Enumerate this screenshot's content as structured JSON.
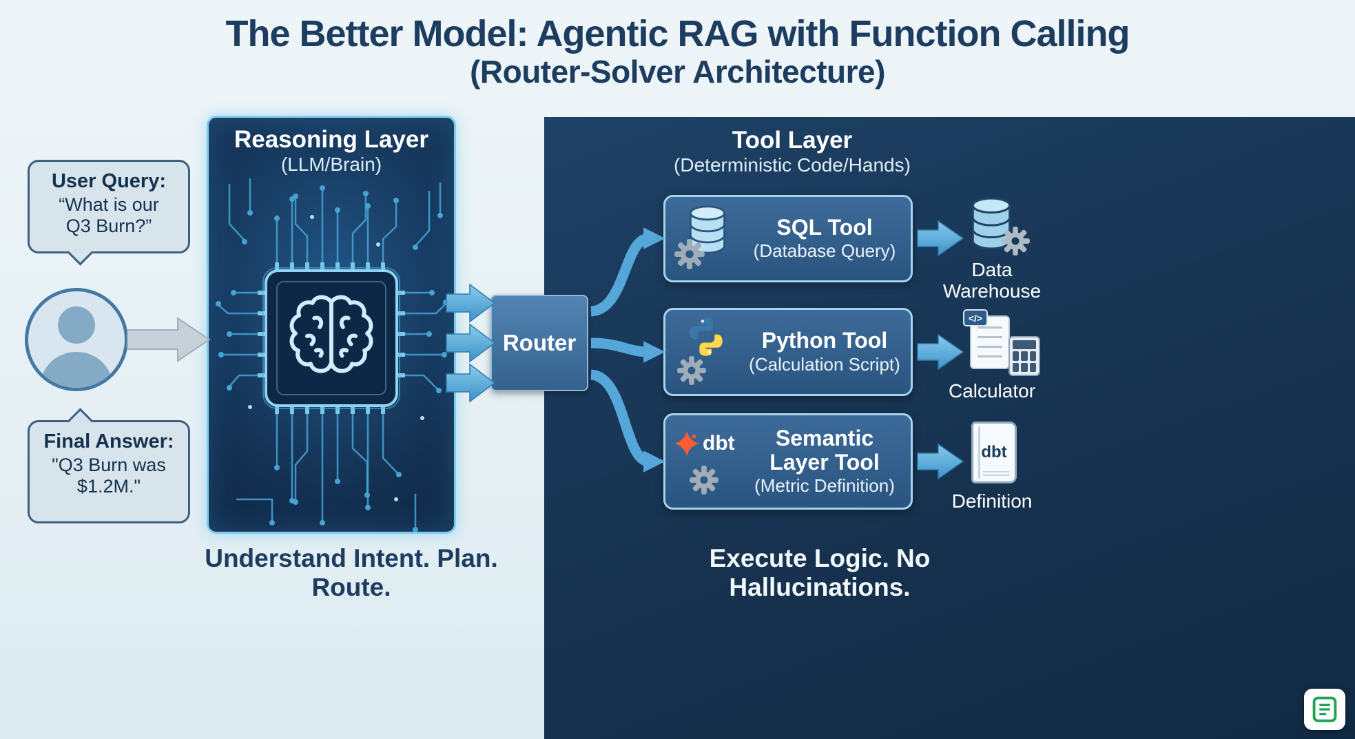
{
  "title": {
    "line1": "The Better Model: Agentic RAG with Function Calling",
    "line2": "(Router-Solver Architecture)"
  },
  "user_flow": {
    "query_label": "User Query:",
    "query_text": "“What is our Q3 Burn?”",
    "answer_label": "Final Answer:",
    "answer_text": "\"Q3 Burn was $1.2M.\""
  },
  "reasoning_layer": {
    "title": "Reasoning Layer",
    "subtitle": "(LLM/Brain)",
    "caption": "Understand Intent. Plan. Route."
  },
  "router": {
    "label": "Router"
  },
  "tool_layer": {
    "title": "Tool Layer",
    "subtitle": "(Deterministic Code/Hands)",
    "caption": "Execute Logic. No Hallucinations.",
    "tools": [
      {
        "name": "SQL Tool",
        "detail": "(Database Query)",
        "output_label": "Data Warehouse"
      },
      {
        "name": "Python Tool",
        "detail": "(Calculation Script)",
        "output_label": "Calculator"
      },
      {
        "name": "Semantic Layer Tool",
        "detail": "(Metric Definition)",
        "output_label": "Definition",
        "logo_text": "dbt",
        "book_text": "dbt"
      }
    ]
  },
  "misc": {
    "code_badge": "</>"
  },
  "colors": {
    "accent_blue": "#55a7d9",
    "panel_navy": "#16324f",
    "title_navy": "#1c3c60",
    "dbt_orange": "#ff5c35",
    "python_blue": "#3b77a8",
    "python_yellow": "#ffd94a",
    "green_icon": "#1fa455"
  }
}
